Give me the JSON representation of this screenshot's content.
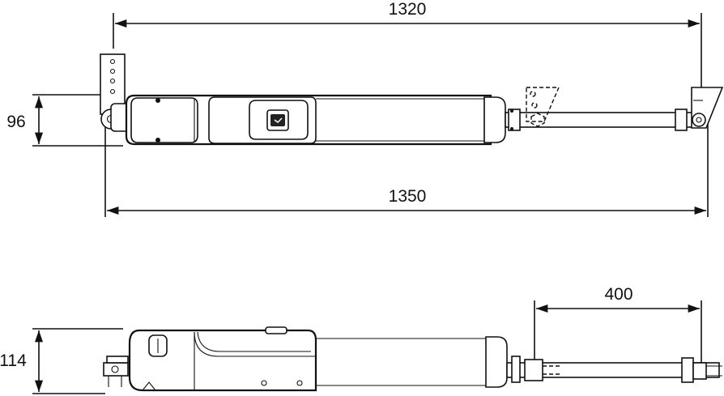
{
  "dimensions": {
    "top_overall": "1320",
    "top_height": "96",
    "top_total": "1350",
    "bottom_height": "114",
    "bottom_stroke": "400"
  }
}
